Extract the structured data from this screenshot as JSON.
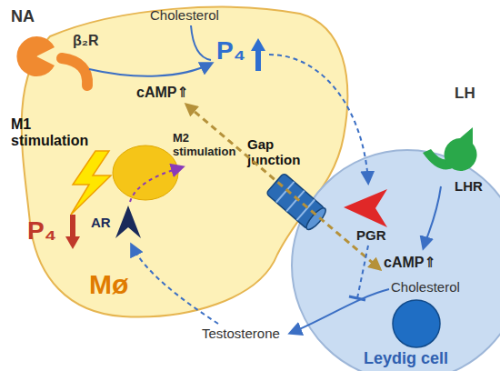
{
  "diagram": {
    "nodes": [
      {
        "text": [
          "NA"
        ]
      },
      {
        "text": [
          "Mø"
        ]
      },
      {
        "text": [
          "β₂R"
        ],
        "in": 1
      },
      {
        "text": [
          "AR"
        ],
        "in": 1
      },
      {
        "text": [
          "Gap junction"
        ]
      },
      {
        "text": [
          "LH"
        ]
      },
      {
        "text": [
          "Leydig cell"
        ]
      },
      {
        "text": [
          "PGR"
        ],
        "in": 6
      },
      {
        "text": [
          "LHR"
        ],
        "in": 6
      }
    ],
    "labels": [
      "Cholesterol",
      "P₄",
      "cAMP⇑",
      "M1 stimulation",
      "M2 stimulation",
      "P₄",
      "cAMP⇑",
      "Testosterone",
      "Cholesterol"
    ]
  }
}
